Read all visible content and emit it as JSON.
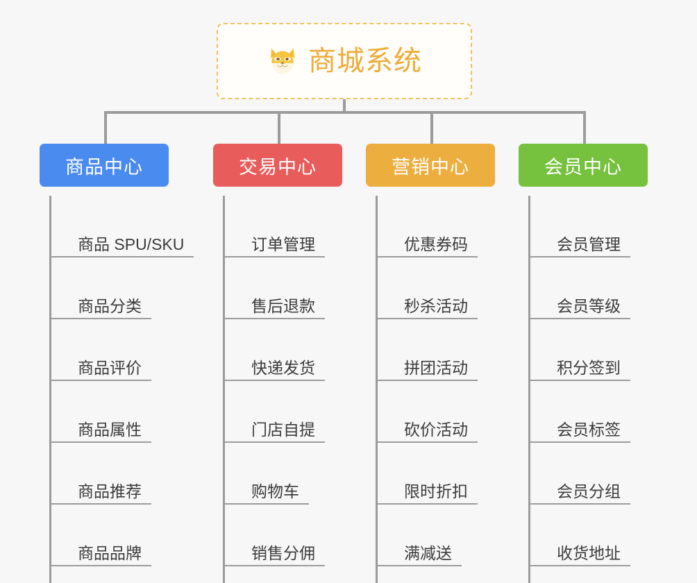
{
  "root": {
    "icon": "shiba-inu-dog-face-emoji",
    "title": "商城系统",
    "accent_color": "#eeab39",
    "border_color": "#f0c05a"
  },
  "background_color": "#f7f7f7",
  "connector_color": "#9b9b9b",
  "columns": [
    {
      "header": "商品中心",
      "color": "#4a8bf0",
      "items": [
        "商品 SPU/SKU",
        "商品分类",
        "商品评价",
        "商品属性",
        "商品推荐",
        "商品品牌"
      ]
    },
    {
      "header": "交易中心",
      "color": "#e85c5c",
      "items": [
        "订单管理",
        "售后退款",
        "快递发货",
        "门店自提",
        "购物车",
        "销售分佣"
      ]
    },
    {
      "header": "营销中心",
      "color": "#ebae3f",
      "items": [
        "优惠券码",
        "秒杀活动",
        "拼团活动",
        "砍价活动",
        "限时折扣",
        "满减送"
      ]
    },
    {
      "header": "会员中心",
      "color": "#76c13e",
      "items": [
        "会员管理",
        "会员等级",
        "积分签到",
        "会员标签",
        "会员分组",
        "收货地址"
      ]
    }
  ]
}
